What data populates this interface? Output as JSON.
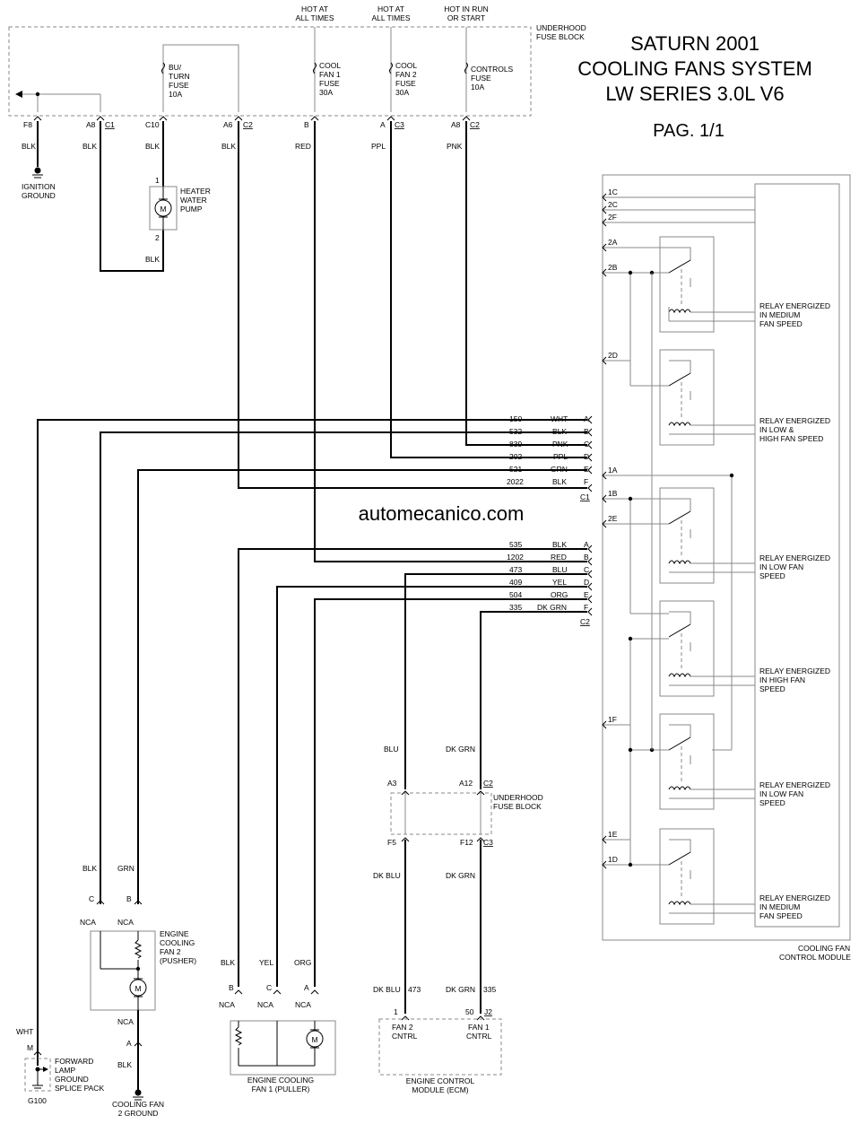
{
  "title": {
    "line1": "SATURN 2001",
    "line2": "COOLING FANS SYSTEM",
    "line3": "LW SERIES 3.0L V6",
    "page": "PAG. 1/1"
  },
  "watermark": "automecanico.com",
  "top_labels": {
    "hot1_a": "HOT AT",
    "hot1_b": "ALL TIMES",
    "hot2_a": "HOT AT",
    "hot2_b": "ALL TIMES",
    "hot3_a": "HOT IN RUN",
    "hot3_b": "OR START",
    "fuse_block_a": "UNDERHOOD",
    "fuse_block_b": "FUSE BLOCK"
  },
  "fuses": [
    {
      "l1": "BU/",
      "l2": "TURN",
      "l3": "FUSE",
      "l4": "10A"
    },
    {
      "l1": "COOL",
      "l2": "FAN 1",
      "l3": "FUSE",
      "l4": "30A"
    },
    {
      "l1": "COOL",
      "l2": "FAN 2",
      "l3": "FUSE",
      "l4": "30A"
    },
    {
      "l1": "CONTROLS",
      "l2": "FUSE",
      "l3": "10A",
      "l4": ""
    }
  ],
  "top_pins": [
    {
      "pin": "F8",
      "conn": "",
      "wire": "BLK"
    },
    {
      "pin": "A8",
      "conn": "C1",
      "wire": "BLK"
    },
    {
      "pin": "C10",
      "conn": "",
      "wire": "BLK"
    },
    {
      "pin": "A6",
      "conn": "C2",
      "wire": "BLK"
    },
    {
      "pin": "B",
      "conn": "",
      "wire": "RED"
    },
    {
      "pin": "A",
      "conn": "C3",
      "wire": "PPL"
    },
    {
      "pin": "A8",
      "conn": "C2",
      "wire": "PNK"
    }
  ],
  "ignition_ground": {
    "l1": "IGNITION",
    "l2": "GROUND"
  },
  "heater_pump": {
    "l1": "HEATER",
    "l2": "WATER",
    "l3": "PUMP",
    "pin1": "1",
    "pin2": "2",
    "wire": "BLK",
    "motor": "M"
  },
  "c1_wires": [
    {
      "num": "150",
      "color": "WHT",
      "pin": "A"
    },
    {
      "num": "532",
      "color": "BLK",
      "pin": "B"
    },
    {
      "num": "839",
      "color": "PNK",
      "pin": "C"
    },
    {
      "num": "202",
      "color": "PPL",
      "pin": "D"
    },
    {
      "num": "521",
      "color": "GRN",
      "pin": "E"
    },
    {
      "num": "2022",
      "color": "BLK",
      "pin": "F"
    }
  ],
  "c1_label": "C1",
  "c2_wires": [
    {
      "num": "535",
      "color": "BLK",
      "pin": "A"
    },
    {
      "num": "1202",
      "color": "RED",
      "pin": "B"
    },
    {
      "num": "473",
      "color": "BLU",
      "pin": "C"
    },
    {
      "num": "409",
      "color": "YEL",
      "pin": "D"
    },
    {
      "num": "504",
      "color": "ORG",
      "pin": "E"
    },
    {
      "num": "335",
      "color": "DK GRN",
      "pin": "F"
    }
  ],
  "c2_label": "C2",
  "module_pins": [
    "1C",
    "2C",
    "2F",
    "2A",
    "2B",
    "2D",
    "1A",
    "1B",
    "2E",
    "1F",
    "1E",
    "1D"
  ],
  "relays": [
    {
      "l1": "RELAY ENERGIZED",
      "l2": "IN MEDIUM",
      "l3": "FAN SPEED"
    },
    {
      "l1": "RELAY ENERGIZED",
      "l2": "IN LOW &",
      "l3": "HIGH FAN SPEED"
    },
    {
      "l1": "RELAY ENERGIZED",
      "l2": "IN LOW FAN",
      "l3": "SPEED"
    },
    {
      "l1": "RELAY ENERGIZED",
      "l2": "IN HIGH FAN",
      "l3": "SPEED"
    },
    {
      "l1": "RELAY ENERGIZED",
      "l2": "IN LOW FAN",
      "l3": "SPEED"
    },
    {
      "l1": "RELAY ENERGIZED",
      "l2": "IN MEDIUM",
      "l3": "FAN SPEED"
    }
  ],
  "cooling_module": {
    "l1": "COOLING FAN",
    "l2": "CONTROL MODULE"
  },
  "mid_fuse_block": {
    "wire_left": "BLU",
    "wire_right": "DK GRN",
    "pin_a3": "A3",
    "pin_a12": "A12",
    "conn_top": "C2",
    "l1": "UNDERHOOD",
    "l2": "FUSE BLOCK",
    "pin_f5": "F5",
    "pin_f12": "F12",
    "conn_bot": "C3",
    "wire_left2": "DK BLU",
    "wire_right2": "DK GRN"
  },
  "ecm": {
    "wire_left": "DK BLU",
    "num_left": "473",
    "wire_right": "DK GRN",
    "num_right": "335",
    "pin_left": "1",
    "pin_right": "50",
    "conn": "J2",
    "fan2_a": "FAN 2",
    "fan2_b": "CNTRL",
    "fan1_a": "FAN 1",
    "fan1_b": "CNTRL",
    "l1": "ENGINE CONTROL",
    "l2": "MODULE (ECM)"
  },
  "fan2": {
    "wire_c": "BLK",
    "wire_b": "GRN",
    "pin_c": "C",
    "pin_b": "B",
    "nca": "NCA",
    "l1": "ENGINE",
    "l2": "COOLING",
    "l3": "FAN 2",
    "l4": "(PUSHER)",
    "motor": "M",
    "pin_a": "A",
    "wire_bottom": "BLK",
    "ground_l1": "COOLING FAN",
    "ground_l2": "2 GROUND"
  },
  "fan1": {
    "wire_b": "BLK",
    "wire_c": "YEL",
    "wire_a": "ORG",
    "pin_b": "B",
    "pin_c": "C",
    "pin_a": "A",
    "nca": "NCA",
    "motor": "M",
    "l1": "ENGINE COOLING",
    "l2": "FAN 1 (PULLER)"
  },
  "splice": {
    "wire": "WHT",
    "pin": "M",
    "l1": "FORWARD",
    "l2": "LAMP",
    "l3": "GROUND",
    "l4": "SPLICE PACK",
    "ground": "G100"
  }
}
